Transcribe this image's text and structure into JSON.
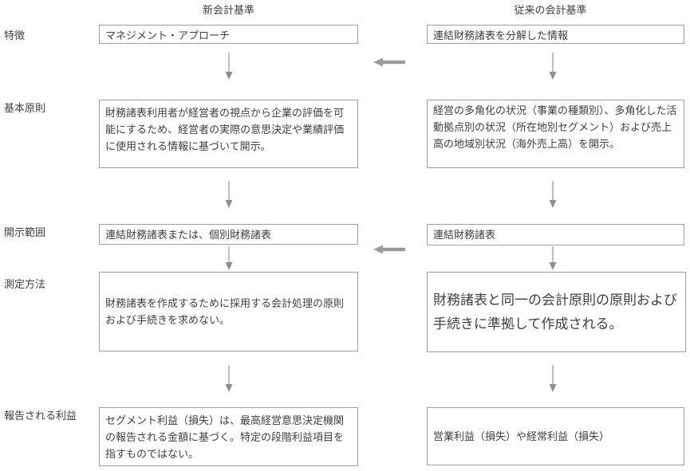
{
  "columns": {
    "new": {
      "header": "新会計基準"
    },
    "old": {
      "header": "従来の会計基準"
    }
  },
  "rows": [
    {
      "label": "特徴",
      "left": "マネジメント・アプローチ",
      "right": "連結財務諸表を分解した情報"
    },
    {
      "label": "基本原則",
      "left": "財務諸表利用者が経営者の視点から企業の評価を可能にするため、経営者の実際の意思決定や業績評価に使用される情報に基づいて開示。",
      "right": "経営の多角化の状況（事業の種類別）、多角化した活動拠点別の状況（所在地別セグメント）および売上高の地域別状況（海外売上高）を開示。"
    },
    {
      "label": "開示範囲",
      "left": "連結財務諸表または、個別財務諸表",
      "right": "連結財務諸表"
    },
    {
      "label": "測定方法",
      "left": "財務諸表を作成するために採用する会計処理の原則および手続きを求めない。",
      "right": "財務諸表と同一の会計原則の原則および手続きに準拠して作成される。"
    },
    {
      "label": "報告される利益",
      "left": "セグメント利益（損失）は、最高経営意思決定機関の報告される金額に基づく。特定の段階利益項目を指すものではない。",
      "right": "営業利益（損失）や経常利益（損失）"
    }
  ],
  "colors": {
    "box_border": "#9e9e9e",
    "text": "#3f3f3f",
    "arrow": "#9b9b9b",
    "background": "#ffffff"
  }
}
